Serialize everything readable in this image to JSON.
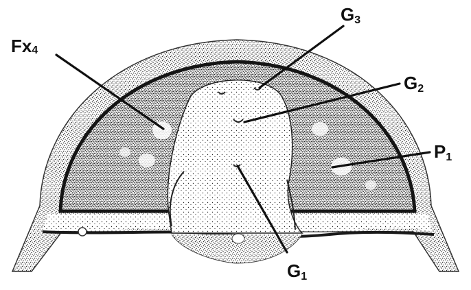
{
  "figure": {
    "labels": {
      "g_top": "G",
      "g_top_sub": "3",
      "fx": "Fx",
      "fx_sub": "4",
      "g2": "G",
      "g2_sub": "2",
      "p1": "P",
      "p1_sub": "1",
      "g1": "G",
      "g1_sub": "1"
    },
    "colors": {
      "ink": "#111111",
      "stipple": "#2a2a2a",
      "paper": "#ffffff"
    }
  }
}
